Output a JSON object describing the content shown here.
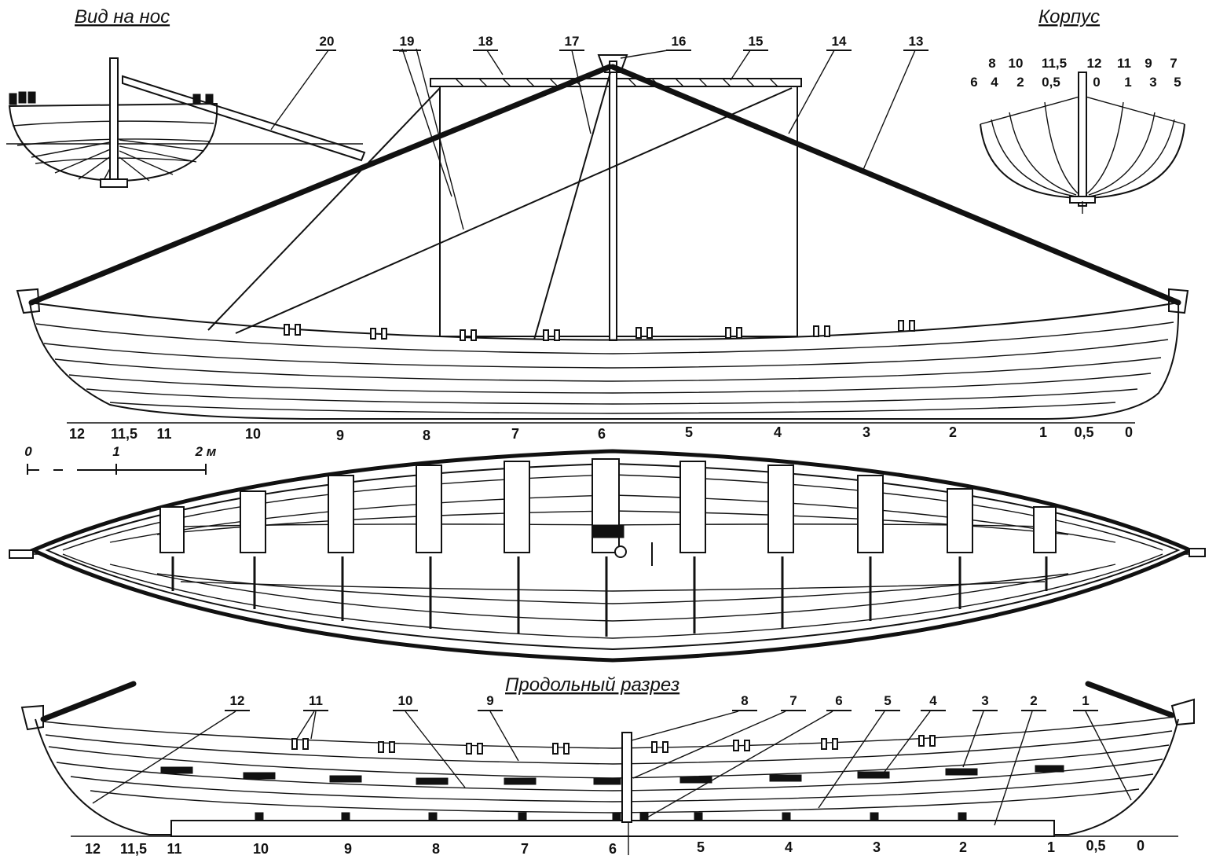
{
  "titles": {
    "bow_view": "Вид на нос",
    "hull": "Корпус",
    "section": "Продольный разрез"
  },
  "scale_bar": {
    "labels": [
      "0",
      "1",
      "2 м"
    ]
  },
  "side_view": {
    "callouts": [
      "20",
      "19",
      "18",
      "17",
      "16",
      "15",
      "14",
      "13"
    ],
    "stations": [
      "12",
      "11,5",
      "11",
      "10",
      "9",
      "8",
      "7",
      "6",
      "5",
      "4",
      "3",
      "2",
      "1",
      "0,5",
      "0"
    ]
  },
  "hull_body_plan": {
    "row1": [
      "8",
      "10",
      "11,5",
      "12",
      "11",
      "9",
      "7"
    ],
    "row2": [
      "6",
      "4",
      "2",
      "0,5",
      "0",
      "1",
      "3",
      "5"
    ]
  },
  "longitudinal_section": {
    "callouts": [
      "12",
      "11",
      "10",
      "9",
      "8",
      "7",
      "6",
      "5",
      "4",
      "3",
      "2",
      "1"
    ],
    "stations": [
      "12",
      "11,5",
      "11",
      "10",
      "9",
      "8",
      "7",
      "6",
      "5",
      "4",
      "3",
      "2",
      "1",
      "0,5",
      "0"
    ]
  }
}
